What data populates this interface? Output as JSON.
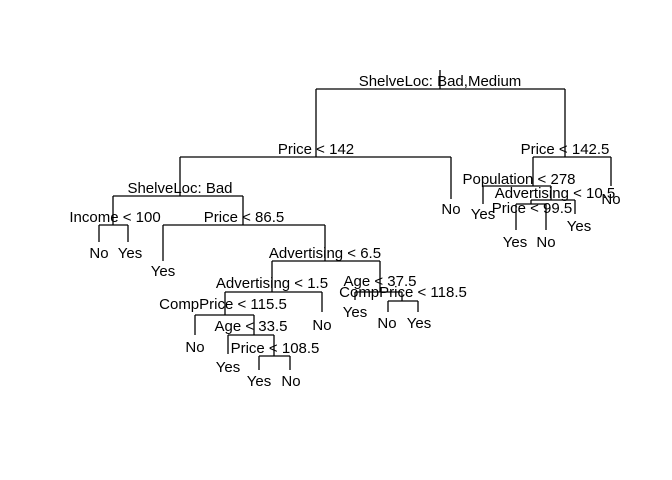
{
  "tree": {
    "nodes": [
      {
        "id": "n1",
        "label": "ShelveLoc: Bad,Medium"
      },
      {
        "id": "n2",
        "label": "Price < 142"
      },
      {
        "id": "n3",
        "label": "ShelveLoc: Bad"
      },
      {
        "id": "n4",
        "label": "Income < 100"
      },
      {
        "id": "n5",
        "label": "No"
      },
      {
        "id": "n6",
        "label": "Yes"
      },
      {
        "id": "n7",
        "label": "Price < 86.5"
      },
      {
        "id": "n8",
        "label": "Yes"
      },
      {
        "id": "n9",
        "label": "Advertising < 6.5"
      },
      {
        "id": "n10",
        "label": "Advertising < 1.5"
      },
      {
        "id": "n11",
        "label": "CompPrice < 115.5"
      },
      {
        "id": "n12",
        "label": "No"
      },
      {
        "id": "n13",
        "label": "Age < 33.5"
      },
      {
        "id": "n14",
        "label": "Yes"
      },
      {
        "id": "n15",
        "label": "Price < 108.5"
      },
      {
        "id": "n16",
        "label": "Yes"
      },
      {
        "id": "n17",
        "label": "No"
      },
      {
        "id": "n18",
        "label": "No"
      },
      {
        "id": "n19",
        "label": "Age < 37.5"
      },
      {
        "id": "n20",
        "label": "Yes"
      },
      {
        "id": "n21",
        "label": "CompPrice < 118.5"
      },
      {
        "id": "n22",
        "label": "No"
      },
      {
        "id": "n23",
        "label": "Yes"
      },
      {
        "id": "n24",
        "label": "No"
      },
      {
        "id": "n25",
        "label": "Price < 142.5"
      },
      {
        "id": "n26",
        "label": "Population < 278"
      },
      {
        "id": "n27",
        "label": "Yes"
      },
      {
        "id": "n28",
        "label": "Advertising < 10.5"
      },
      {
        "id": "n29",
        "label": "Price < 99.5"
      },
      {
        "id": "n30",
        "label": "Yes"
      },
      {
        "id": "n31",
        "label": "No"
      },
      {
        "id": "n32",
        "label": "Yes"
      },
      {
        "id": "n33",
        "label": "No"
      }
    ]
  }
}
